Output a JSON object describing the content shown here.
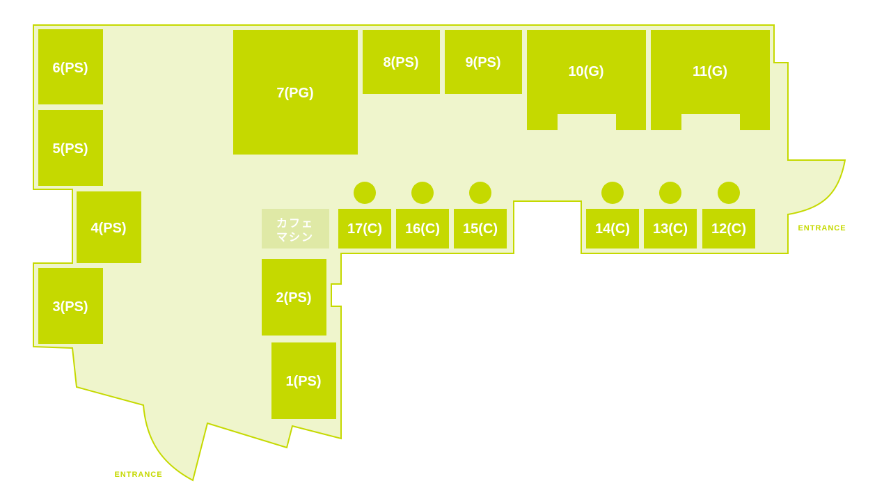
{
  "colors": {
    "room": "#c5d900",
    "floor_fill": "#eff5cc",
    "outline": "#c5d900",
    "cafe": "#dfe9a6",
    "label": "#ffffff"
  },
  "entrances": {
    "left": "ENTRANCE",
    "right": "ENTRANCE"
  },
  "cafe": {
    "line1": "カフェ",
    "line2": "マシン"
  },
  "rooms": {
    "r1": "1(PS)",
    "r2": "2(PS)",
    "r3": "3(PS)",
    "r4": "4(PS)",
    "r5": "5(PS)",
    "r6": "6(PS)",
    "r7": "7(PG)",
    "r8": "8(PS)",
    "r9": "9(PS)",
    "r10": "10(G)",
    "r11": "11(G)",
    "r12": "12(C)",
    "r13": "13(C)",
    "r14": "14(C)",
    "r15": "15(C)",
    "r16": "16(C)",
    "r17": "17(C)"
  }
}
